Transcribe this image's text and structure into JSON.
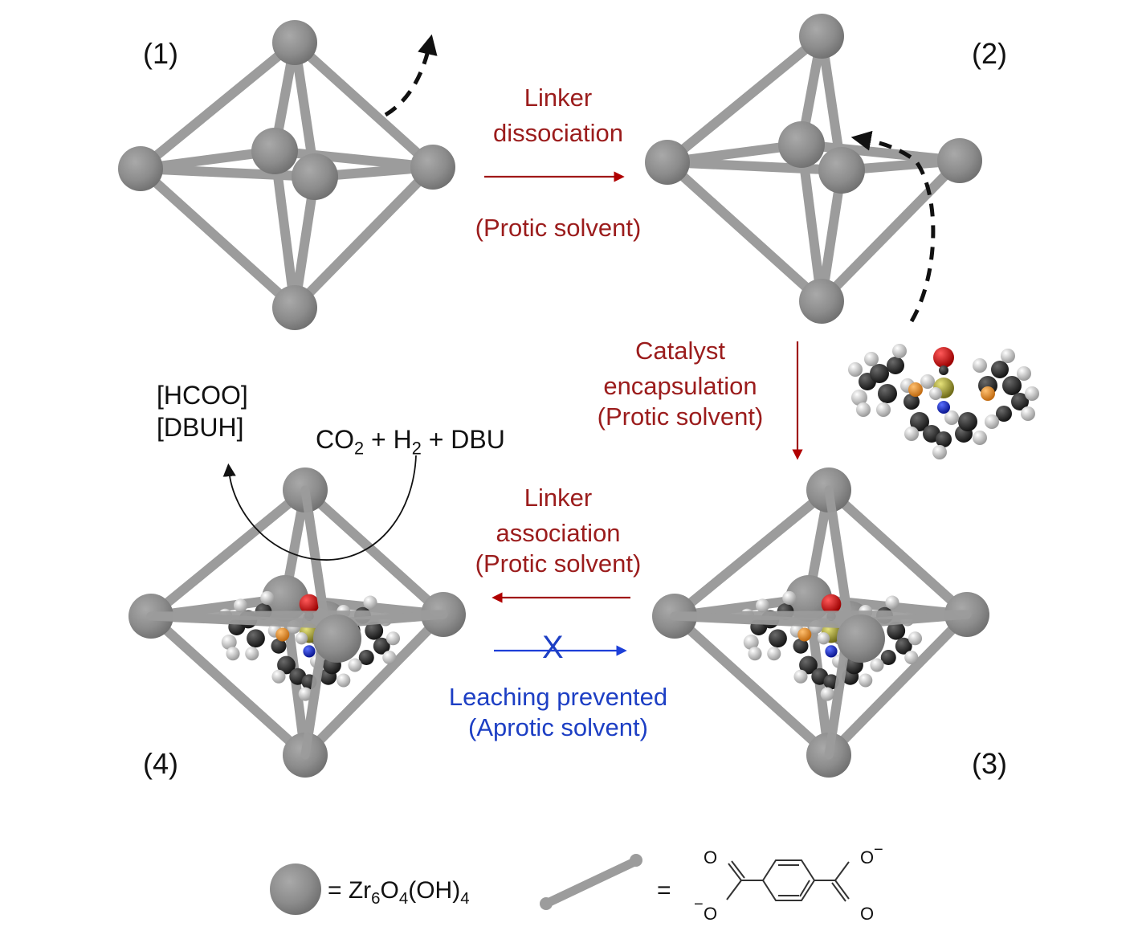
{
  "figure": {
    "stage_labels": [
      "(1)",
      "(2)",
      "(3)",
      "(4)"
    ],
    "steps": {
      "dissociation": {
        "line1": "Linker",
        "line2": "dissociation",
        "condition": "(Protic solvent)",
        "color": "#9b1c1c"
      },
      "encapsulation": {
        "line1": "Catalyst",
        "line2": "encapsulation",
        "condition": "(Protic solvent)",
        "color": "#9b1c1c"
      },
      "association": {
        "line1": "Linker",
        "line2": "association",
        "condition": "(Protic solvent)",
        "color": "#9b1c1c"
      },
      "leaching": {
        "line1": "Leaching prevented",
        "condition": "(Aprotic solvent)",
        "blocked_mark": "X",
        "color": "#1d3fc4"
      }
    },
    "reaction": {
      "product_line1": "[HCOO]",
      "product_line2": "[DBUH]",
      "reactants": {
        "co": "CO",
        "co_sub": "2",
        "plus1": " + H",
        "h_sub": "2",
        "rest": " + DBU"
      }
    },
    "legend": {
      "node_equals": "= Zr",
      "node_formula": {
        "zr_sub": "6",
        "o": "O",
        "o_sub": "4",
        "oh": "(OH)",
        "oh_sub": "4"
      },
      "linker_equals": "=",
      "linker_structure": {
        "o_top_left": "O",
        "o_top_right": "O",
        "o_bottom_left": "O",
        "o_bottom_right": "O",
        "charge": "−"
      }
    },
    "colors": {
      "node": "#8a8a8a",
      "strut": "#9c9c9c",
      "carbon": "#2a2a2a",
      "hydrogen": "#e8e8e8",
      "oxygen": "#d10000",
      "phosphorus": "#e08a1e",
      "ruthenium": "#b7b23a",
      "nitrogen": "#1a2fd0",
      "dashed_arrow": "#111111"
    }
  }
}
